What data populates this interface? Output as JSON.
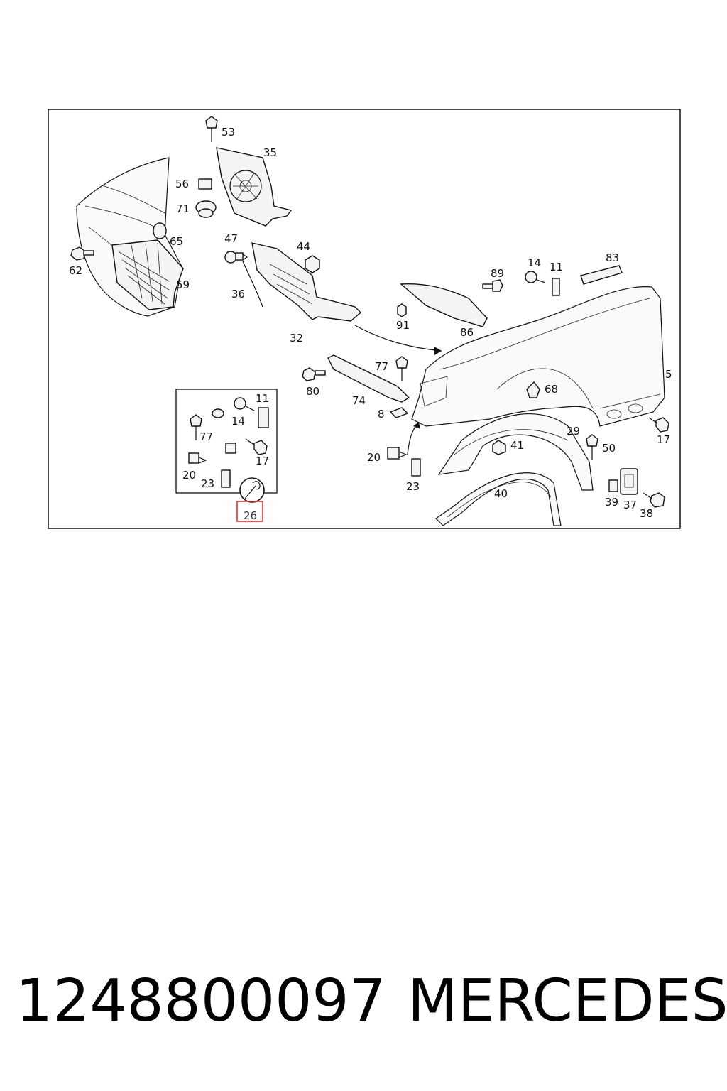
{
  "diagram": {
    "callouts": [
      {
        "id": "53",
        "label": "53"
      },
      {
        "id": "35",
        "label": "35"
      },
      {
        "id": "56",
        "label": "56"
      },
      {
        "id": "71",
        "label": "71"
      },
      {
        "id": "65",
        "label": "65"
      },
      {
        "id": "62",
        "label": "62"
      },
      {
        "id": "59",
        "label": "59"
      },
      {
        "id": "47",
        "label": "47"
      },
      {
        "id": "44",
        "label": "44"
      },
      {
        "id": "36",
        "label": "36"
      },
      {
        "id": "32",
        "label": "32"
      },
      {
        "id": "89",
        "label": "89"
      },
      {
        "id": "14a",
        "label": "14"
      },
      {
        "id": "11a",
        "label": "11"
      },
      {
        "id": "83",
        "label": "83"
      },
      {
        "id": "91",
        "label": "91"
      },
      {
        "id": "86",
        "label": "86"
      },
      {
        "id": "77a",
        "label": "77"
      },
      {
        "id": "80",
        "label": "80"
      },
      {
        "id": "74",
        "label": "74"
      },
      {
        "id": "8",
        "label": "8"
      },
      {
        "id": "5",
        "label": "5"
      },
      {
        "id": "68",
        "label": "68"
      },
      {
        "id": "11b",
        "label": "11"
      },
      {
        "id": "14b",
        "label": "14"
      },
      {
        "id": "77b",
        "label": "77"
      },
      {
        "id": "17a",
        "label": "17"
      },
      {
        "id": "20a",
        "label": "20"
      },
      {
        "id": "23a",
        "label": "23"
      },
      {
        "id": "20b",
        "label": "20"
      },
      {
        "id": "23b",
        "label": "23"
      },
      {
        "id": "41",
        "label": "41"
      },
      {
        "id": "29",
        "label": "29"
      },
      {
        "id": "50",
        "label": "50"
      },
      {
        "id": "17b",
        "label": "17"
      },
      {
        "id": "40",
        "label": "40"
      },
      {
        "id": "39",
        "label": "39"
      },
      {
        "id": "37",
        "label": "37"
      },
      {
        "id": "38",
        "label": "38"
      }
    ],
    "highlighted": {
      "label": "26",
      "color": "#e03030"
    }
  },
  "footer": {
    "part_number": "1248800097",
    "brand": "MERCEDES"
  }
}
